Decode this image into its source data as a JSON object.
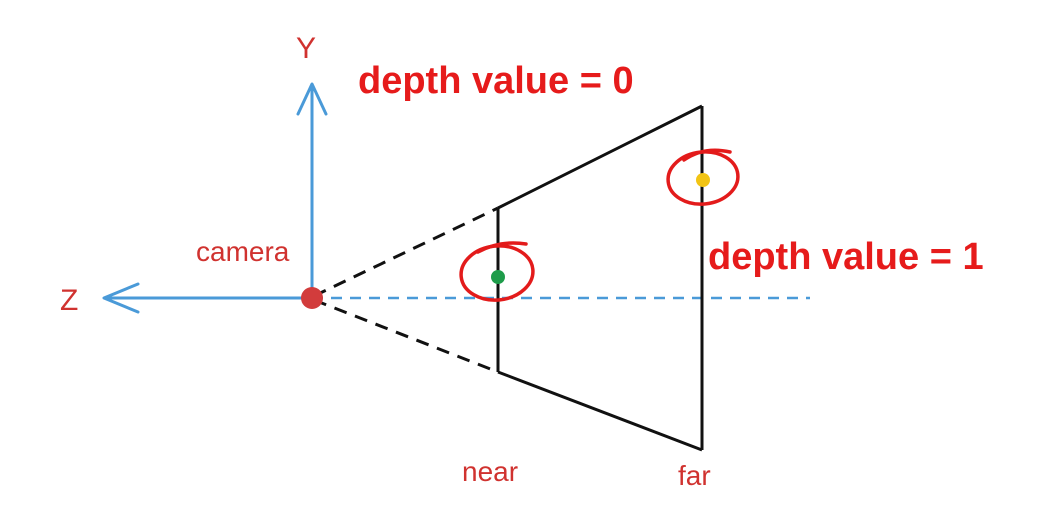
{
  "labels": {
    "y_axis": "Y",
    "z_axis": "Z",
    "camera": "camera",
    "near": "near",
    "far": "far",
    "near_depth": "depth value = 0",
    "far_depth": "depth value = 1"
  },
  "colors": {
    "axis": "#4a9ad8",
    "axis_label": "#d0322f",
    "annotation": "#e61b1b",
    "frustum": "#111111",
    "camera_dot": "#d23c3c",
    "near_point": "#1e9c4a",
    "far_point": "#f2c414",
    "circle_mark": "#e31b1b"
  }
}
